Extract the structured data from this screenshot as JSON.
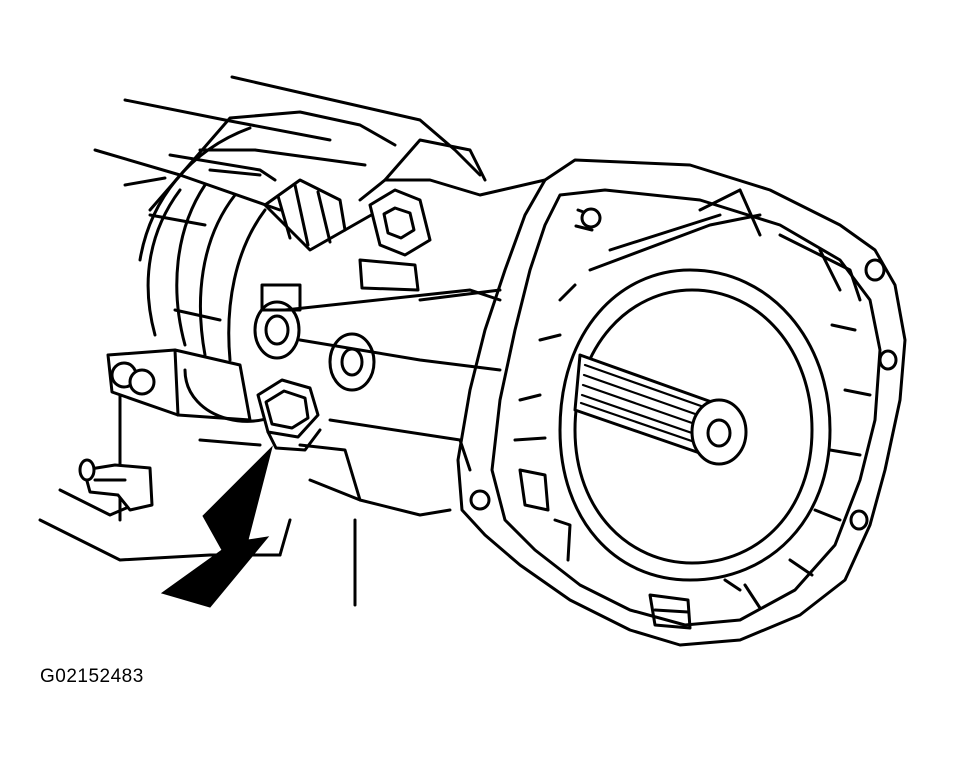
{
  "figure": {
    "id_label": "G02152483"
  },
  "colors": {
    "line": "#000000",
    "background": "#ffffff"
  },
  "callouts": [
    {
      "kind": "arrow",
      "points_to": "drain-plug-bolt"
    }
  ]
}
